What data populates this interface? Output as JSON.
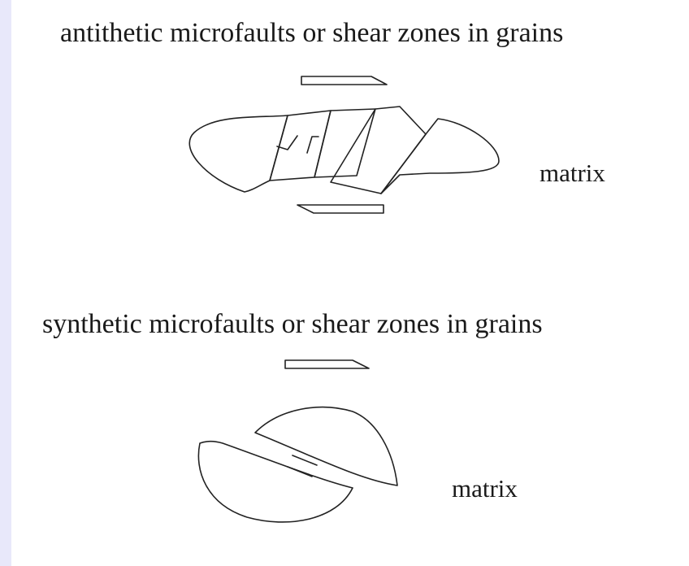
{
  "top_panel": {
    "title": "antithetic microfaults or shear zones in grains",
    "matrix_label": "matrix"
  },
  "bottom_panel": {
    "title": "synthetic microfaults or shear zones in grains",
    "matrix_label": "matrix"
  }
}
